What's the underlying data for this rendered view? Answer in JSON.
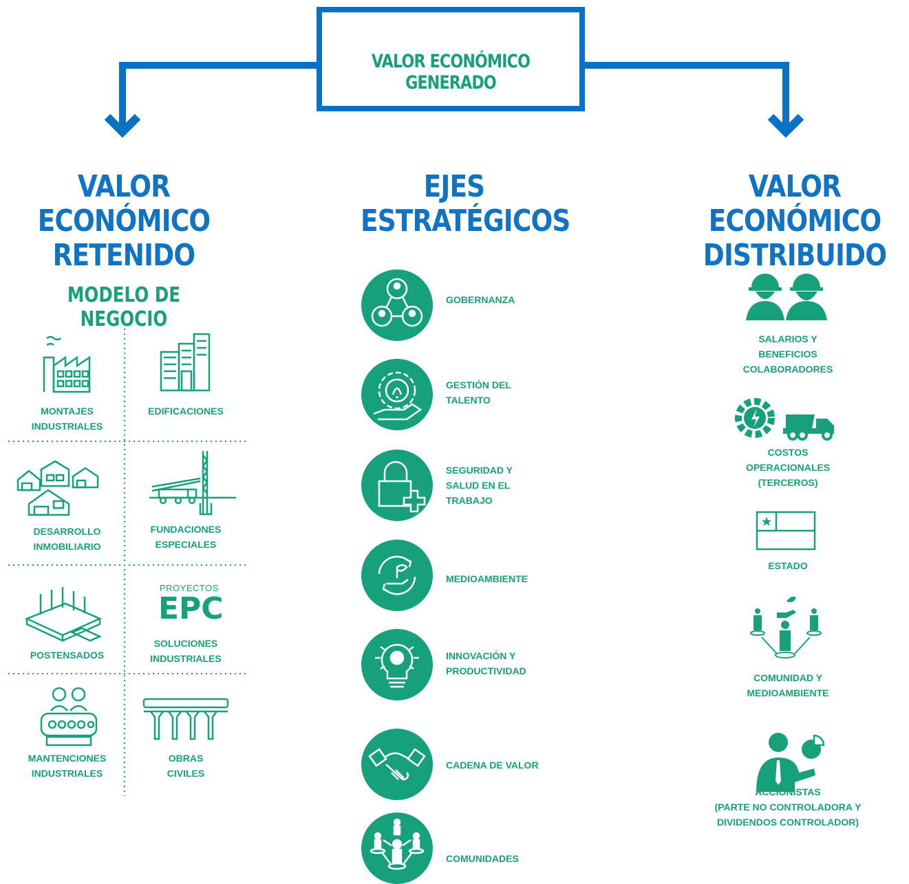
{
  "top_box": {
    "label": "VALOR ECONÓMICO GENERADO"
  },
  "columns": {
    "retained": {
      "title_line1": "VALOR ECONÓMICO",
      "title_line2": "RETENIDO"
    },
    "strategic": {
      "title_line1": "EJES",
      "title_line2": "ESTRATÉGICOS"
    },
    "distributed": {
      "title_line1": "VALOR ECONÓMICO",
      "title_line2": "DISTRIBUIDO"
    }
  },
  "business_model": {
    "title": "MODELO DE NEGOCIO",
    "items": [
      {
        "line1": "MONTAJES",
        "line2": "INDUSTRIALES",
        "icon": "factory-icon"
      },
      {
        "line1": "EDIFICACIONES",
        "line2": "",
        "icon": "buildings-icon"
      },
      {
        "line1": "DESARROLLO",
        "line2": "INMOBILIARIO",
        "icon": "houses-icon"
      },
      {
        "line1": "FUNDACIONES",
        "line2": "ESPECIALES",
        "icon": "crane-truck-icon"
      },
      {
        "line1": "POSTENSADOS",
        "line2": "",
        "icon": "slab-icon"
      },
      {
        "line1": "SOLUCIONES",
        "line2": "INDUSTRIALES",
        "icon": "epc-icon"
      },
      {
        "line1": "MANTENCIONES",
        "line2": "INDUSTRIALES",
        "icon": "workers-conveyor-icon"
      },
      {
        "line1": "OBRAS",
        "line2": "CIVILES",
        "icon": "viaduct-icon"
      }
    ],
    "epc_small": "PROYECTOS",
    "epc_big": "EPC"
  },
  "strategic_axes": [
    {
      "line1": "GOBERNANZA",
      "line2": "",
      "line3": "",
      "icon": "network-people-icon"
    },
    {
      "line1": "GESTIÓN DEL",
      "line2": "TALENTO",
      "line3": "",
      "icon": "gear-hand-idea-icon"
    },
    {
      "line1": "SEGURIDAD Y",
      "line2": "SALUD EN EL",
      "line3": "TRABAJO",
      "icon": "lock-cross-icon"
    },
    {
      "line1": "MEDIOAMBIENTE",
      "line2": "",
      "line3": "",
      "icon": "recycle-plant-icon"
    },
    {
      "line1": "INNOVACIÓN Y",
      "line2": "PRODUCTIVIDAD",
      "line3": "",
      "icon": "lightbulb-gear-icon"
    },
    {
      "line1": "CADENA DE VALOR",
      "line2": "",
      "line3": "",
      "icon": "handshake-icon"
    },
    {
      "line1": "COMUNIDADES",
      "line2": "",
      "line3": "",
      "icon": "community-network-icon"
    }
  ],
  "distribution": [
    {
      "line1": "SALARIOS Y",
      "line2": "BENEFICIOS",
      "line3": "COLABORADORES",
      "icon": "workers-helmet-icon"
    },
    {
      "line1": "COSTOS",
      "line2": "OPERACIONALES",
      "line3": "(TERCEROS)",
      "icon": "energy-gear-truck-icon"
    },
    {
      "line1": "ESTADO",
      "line2": "",
      "line3": "",
      "icon": "chile-flag-icon"
    },
    {
      "line1": "COMUNIDAD Y",
      "line2": "MEDIOAMBIENTE",
      "line3": "",
      "icon": "community-plant-icon"
    },
    {
      "line1": "ACCIONISTAS",
      "line2": "(PARTE NO CONTROLADORA Y",
      "line3": "DIVIDENDOS CONTROLADOR)",
      "icon": "businessman-chart-icon"
    }
  ],
  "colors": {
    "blue": "#0a72c6",
    "green": "#16a07c"
  }
}
